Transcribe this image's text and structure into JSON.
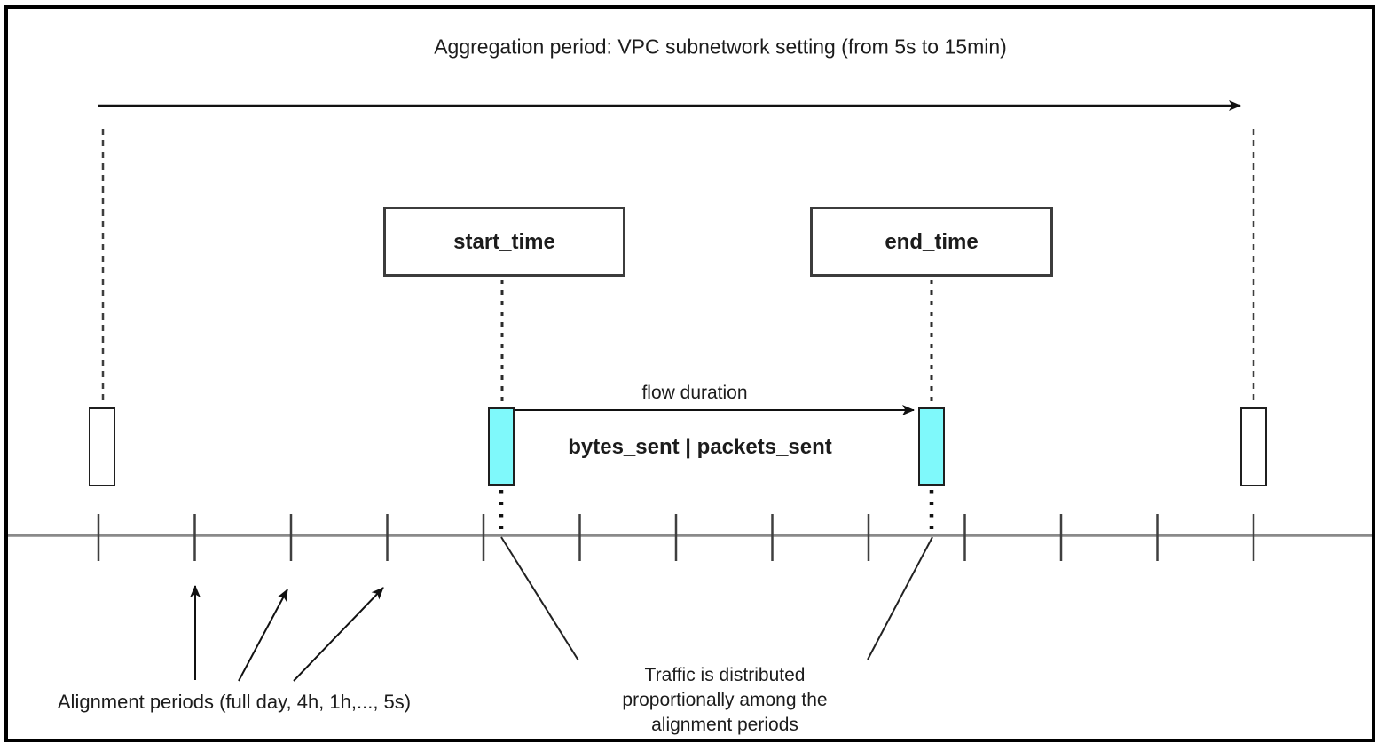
{
  "labels": {
    "title": "Aggregation period: VPC subnetwork setting (from 5s to 15min)",
    "start_box": "start_time",
    "end_box": "end_time",
    "flow_duration": "flow duration",
    "metrics": "bytes_sent | packets_sent",
    "alignment": "Alignment periods (full day, 4h, 1h,..., 5s)",
    "traffic_note": "Traffic is distributed\nproportionally among the\nalignment periods"
  },
  "colors": {
    "flow_marker_fill": "#7ff9fb",
    "marker_border": "#1f1f1f",
    "timeline_line": "#8a8a8a",
    "tick": "#3f3f3f",
    "ink": "#1c1c1c"
  },
  "timeline": {
    "tick_count": 13,
    "first_tick_x": 111,
    "tick_spacing": 108.5
  }
}
